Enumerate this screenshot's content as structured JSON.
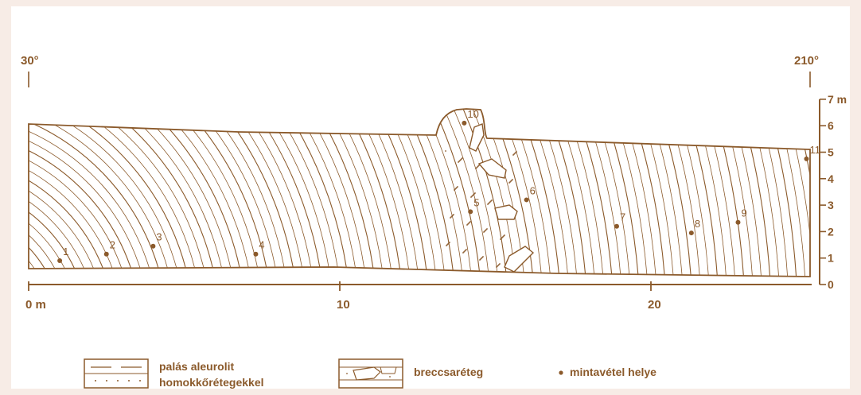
{
  "profile": {
    "start_bearing": "30°",
    "end_bearing": "210°",
    "x_ticks": [
      {
        "value": 0,
        "label": "0 m"
      },
      {
        "value": 10,
        "label": "10"
      },
      {
        "value": 20,
        "label": "20"
      }
    ],
    "y_ticks": [
      {
        "value": 0,
        "label": "0"
      },
      {
        "value": 1,
        "label": "1"
      },
      {
        "value": 2,
        "label": "2"
      },
      {
        "value": 3,
        "label": "3"
      },
      {
        "value": 4,
        "label": "4"
      },
      {
        "value": 5,
        "label": "5"
      },
      {
        "value": 6,
        "label": "6"
      },
      {
        "value": 7,
        "label": "7 m"
      }
    ],
    "samples": [
      {
        "label": "1",
        "x": 1.0,
        "y": 0.9
      },
      {
        "label": "2",
        "x": 2.5,
        "y": 1.15
      },
      {
        "label": "3",
        "x": 4.0,
        "y": 1.45
      },
      {
        "label": "4",
        "x": 7.3,
        "y": 1.15
      },
      {
        "label": "5",
        "x": 14.2,
        "y": 2.75
      },
      {
        "label": "6",
        "x": 16.0,
        "y": 3.2
      },
      {
        "label": "7",
        "x": 18.9,
        "y": 2.2
      },
      {
        "label": "8",
        "x": 21.3,
        "y": 1.95
      },
      {
        "label": "9",
        "x": 22.8,
        "y": 2.35
      },
      {
        "label": "10",
        "x": 14.0,
        "y": 6.1
      },
      {
        "label": "11",
        "x": 25.0,
        "y": 4.75
      }
    ]
  },
  "legend": {
    "shale_label_line1": "palás aleurolit",
    "shale_label_line2": "homokkőrétegekkel",
    "breccia_label": "breccsaréteg",
    "sample_label": "mintavétel helye"
  },
  "colors": {
    "background": "#f7ece6",
    "drawing": "#8b5a2b",
    "paper": "#ffffff"
  }
}
